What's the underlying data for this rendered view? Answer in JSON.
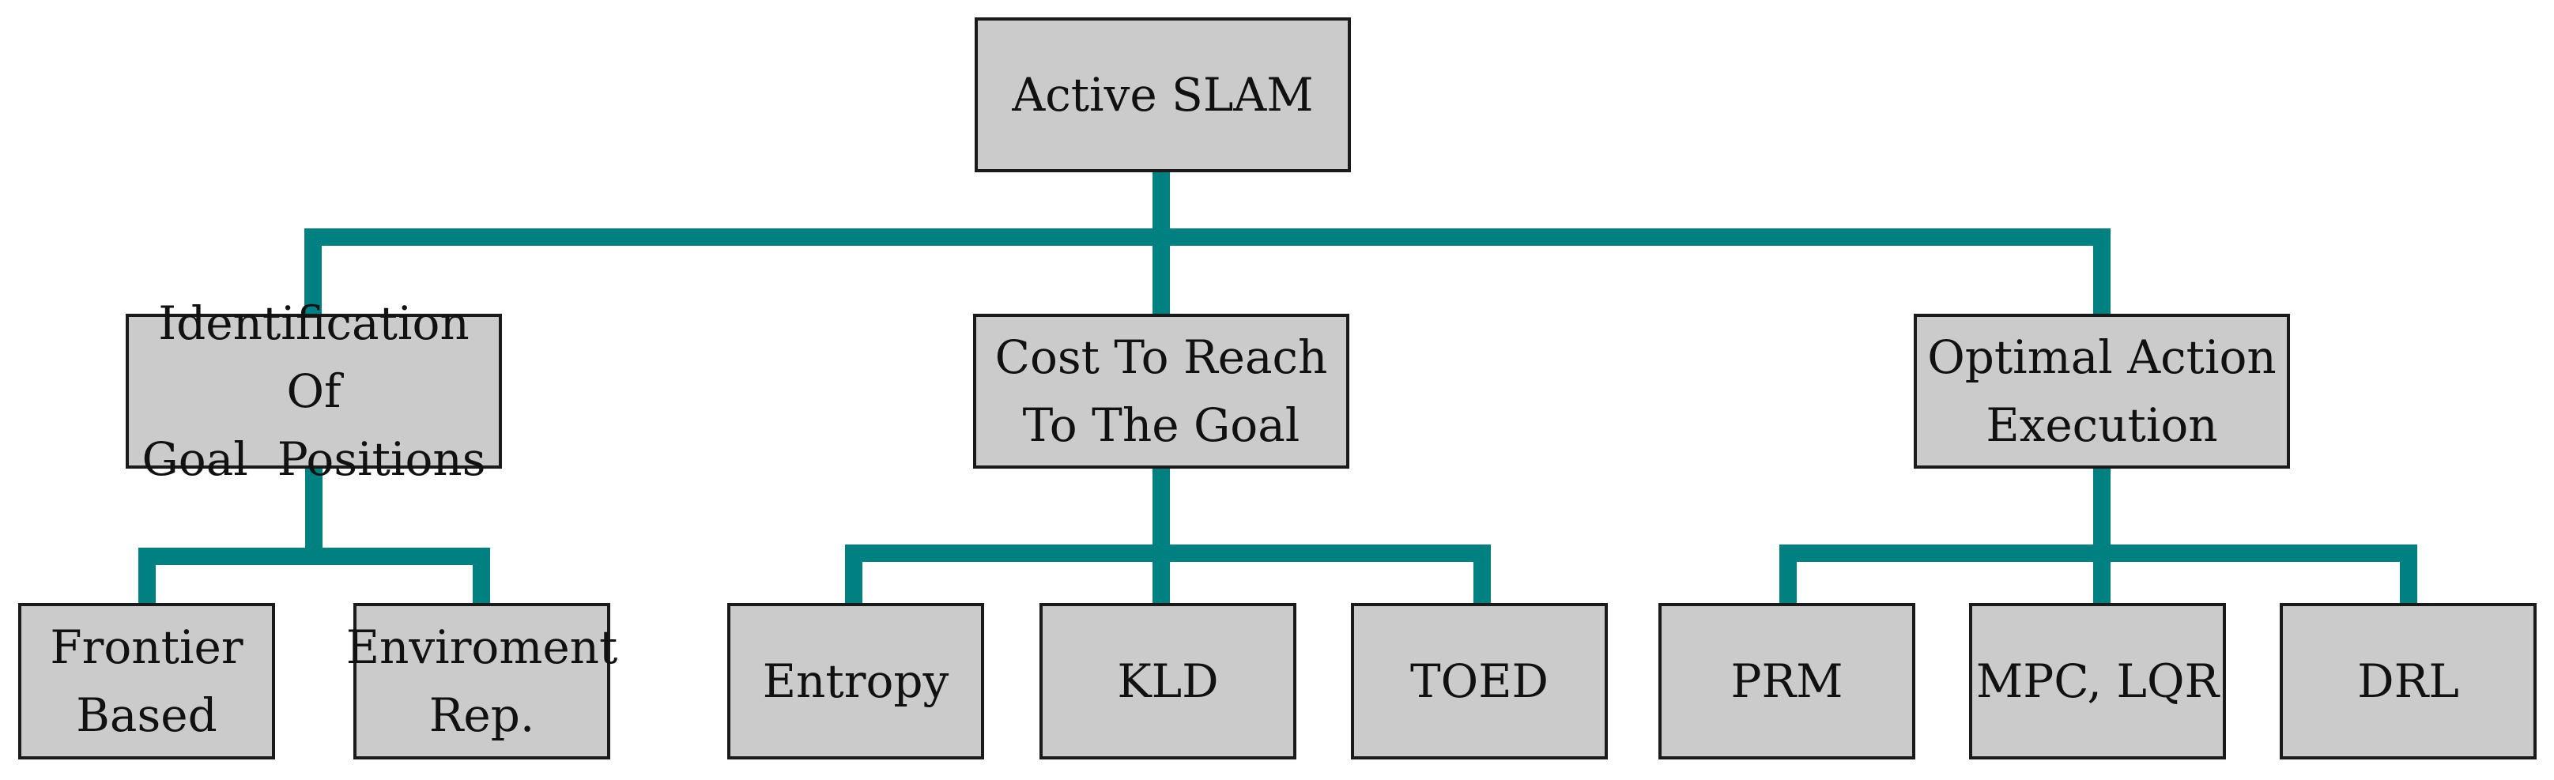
{
  "colors": {
    "connector": "#008080",
    "box_fill": "#cbcbcb",
    "box_border": "#1a1a1a",
    "text": "#111111"
  },
  "root": {
    "label": "Active SLAM"
  },
  "categories": [
    {
      "label": "Identification Of\nGoal  Positions",
      "children": [
        "Frontier\nBased",
        "Enviroment\nRep."
      ]
    },
    {
      "label": "Cost To Reach\nTo The Goal",
      "children": [
        "Entropy",
        "KLD",
        "TOED"
      ]
    },
    {
      "label": "Optimal Action\nExecution",
      "children": [
        "PRM",
        "MPC, LQR",
        "DRL"
      ]
    }
  ]
}
